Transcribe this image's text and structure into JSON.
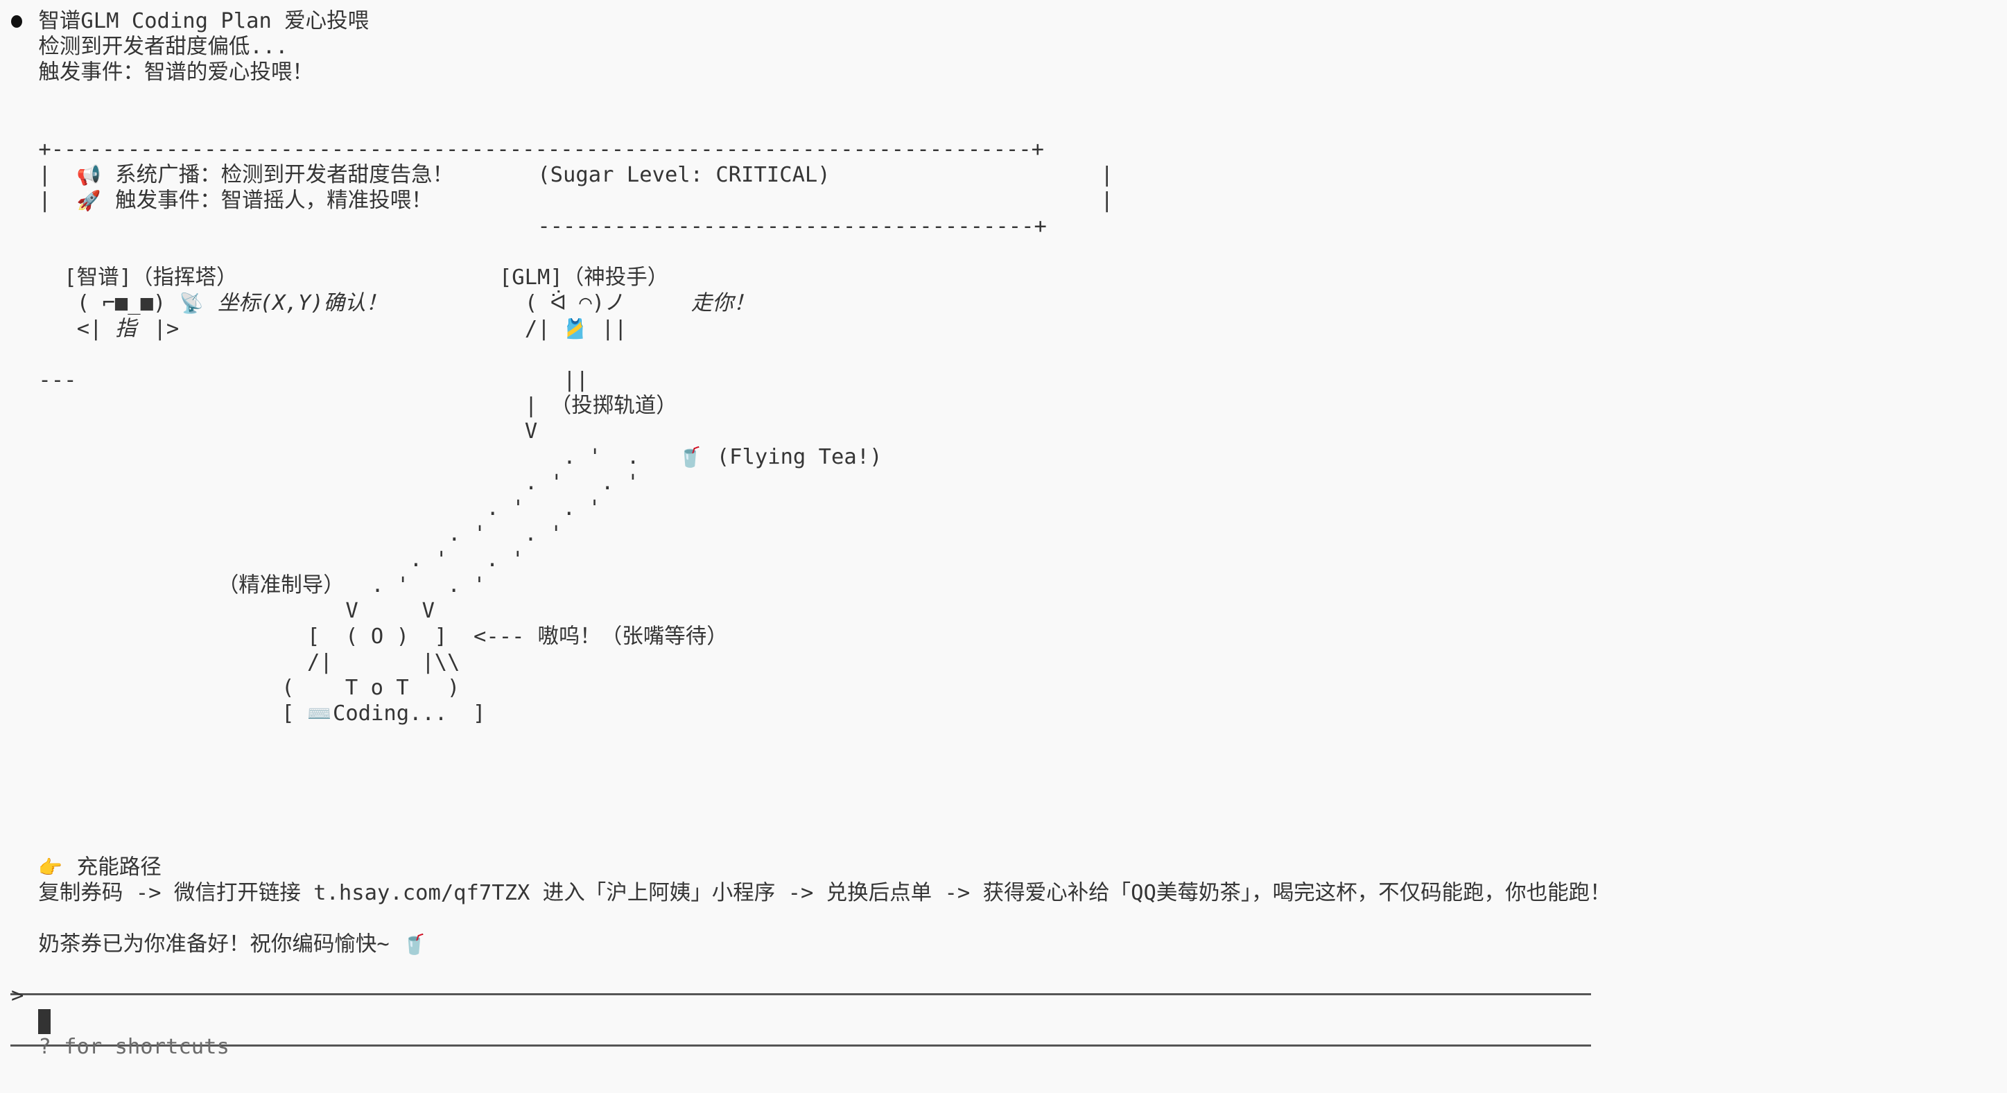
{
  "header": {
    "title": "智谱GLM Coding Plan 爱心投喂",
    "line1": "检测到开发者甜度偏低...",
    "line2": "触发事件：智谱的爱心投喂！"
  },
  "banner": {
    "top_border": "+-----------------------------------------------------------------------------+",
    "side": "|",
    "broadcast_icon": "📢",
    "broadcast_label": "系统广播：检测到开发者甜度告急！",
    "broadcast_status": "(Sugar Level: CRITICAL)",
    "event_icon": "🚀",
    "event_text": "触发事件：智谱摇人，精准投喂！",
    "bottom_border": "---------------------------------------+"
  },
  "art": {
    "commander_title": "[智谱]（指挥塔）",
    "thrower_title": "[GLM]（神投手）",
    "commander_face": "( ⌐■_■)",
    "antenna_icon": "📡",
    "commander_say": "坐标(X,Y)确认！",
    "thrower_face": "( ᐛ ◠)ノ",
    "thrower_say": "走你！",
    "commander_body_l": "<|",
    "commander_body_mid": "指",
    "commander_body_r": "|>",
    "thrower_body_l": "/|",
    "shirt_icon": "🎽",
    "thrower_body_r": "||",
    "hr": "---",
    "pipe2": "||",
    "pipe": "|",
    "trajectory_label": "（投掷轨道）",
    "arrow_v": "V",
    "traj": [
      ". '  .",
      ". '   . '",
      ". '   . '",
      ". '   . '",
      ". '   . '",
      ". '   . '"
    ],
    "tea_icon": "🥤",
    "flying_tea": "(Flying Tea!)",
    "guidance": "（精准制导）",
    "vv": "V     V",
    "mouth": "[  ( O )  ]",
    "arrow_left": "<---",
    "waiting": "嗷呜！（张嘴等待）",
    "arms": "/|       |\\\\",
    "face": "(    T o T   )",
    "bracket_open": "[",
    "keyboard_icon": "⌨️",
    "coding": "Coding...  ]"
  },
  "footer": {
    "path_icon": "👉",
    "path_title": "充能路径",
    "path_text": "复制券码 -> 微信打开链接 t.hsay.com/qf7TZX 进入「沪上阿姨」小程序 -> 兑换后点单 -> 获得爱心补给「QQ美莓奶茶」，喝完这杯，不仅码能跑，你也能跑！",
    "closing": "奶茶券已为你准备好！祝你编码愉快~",
    "closing_icon": "🥤"
  },
  "prompt": {
    "symbol": ">",
    "hint": "? for shortcuts"
  }
}
